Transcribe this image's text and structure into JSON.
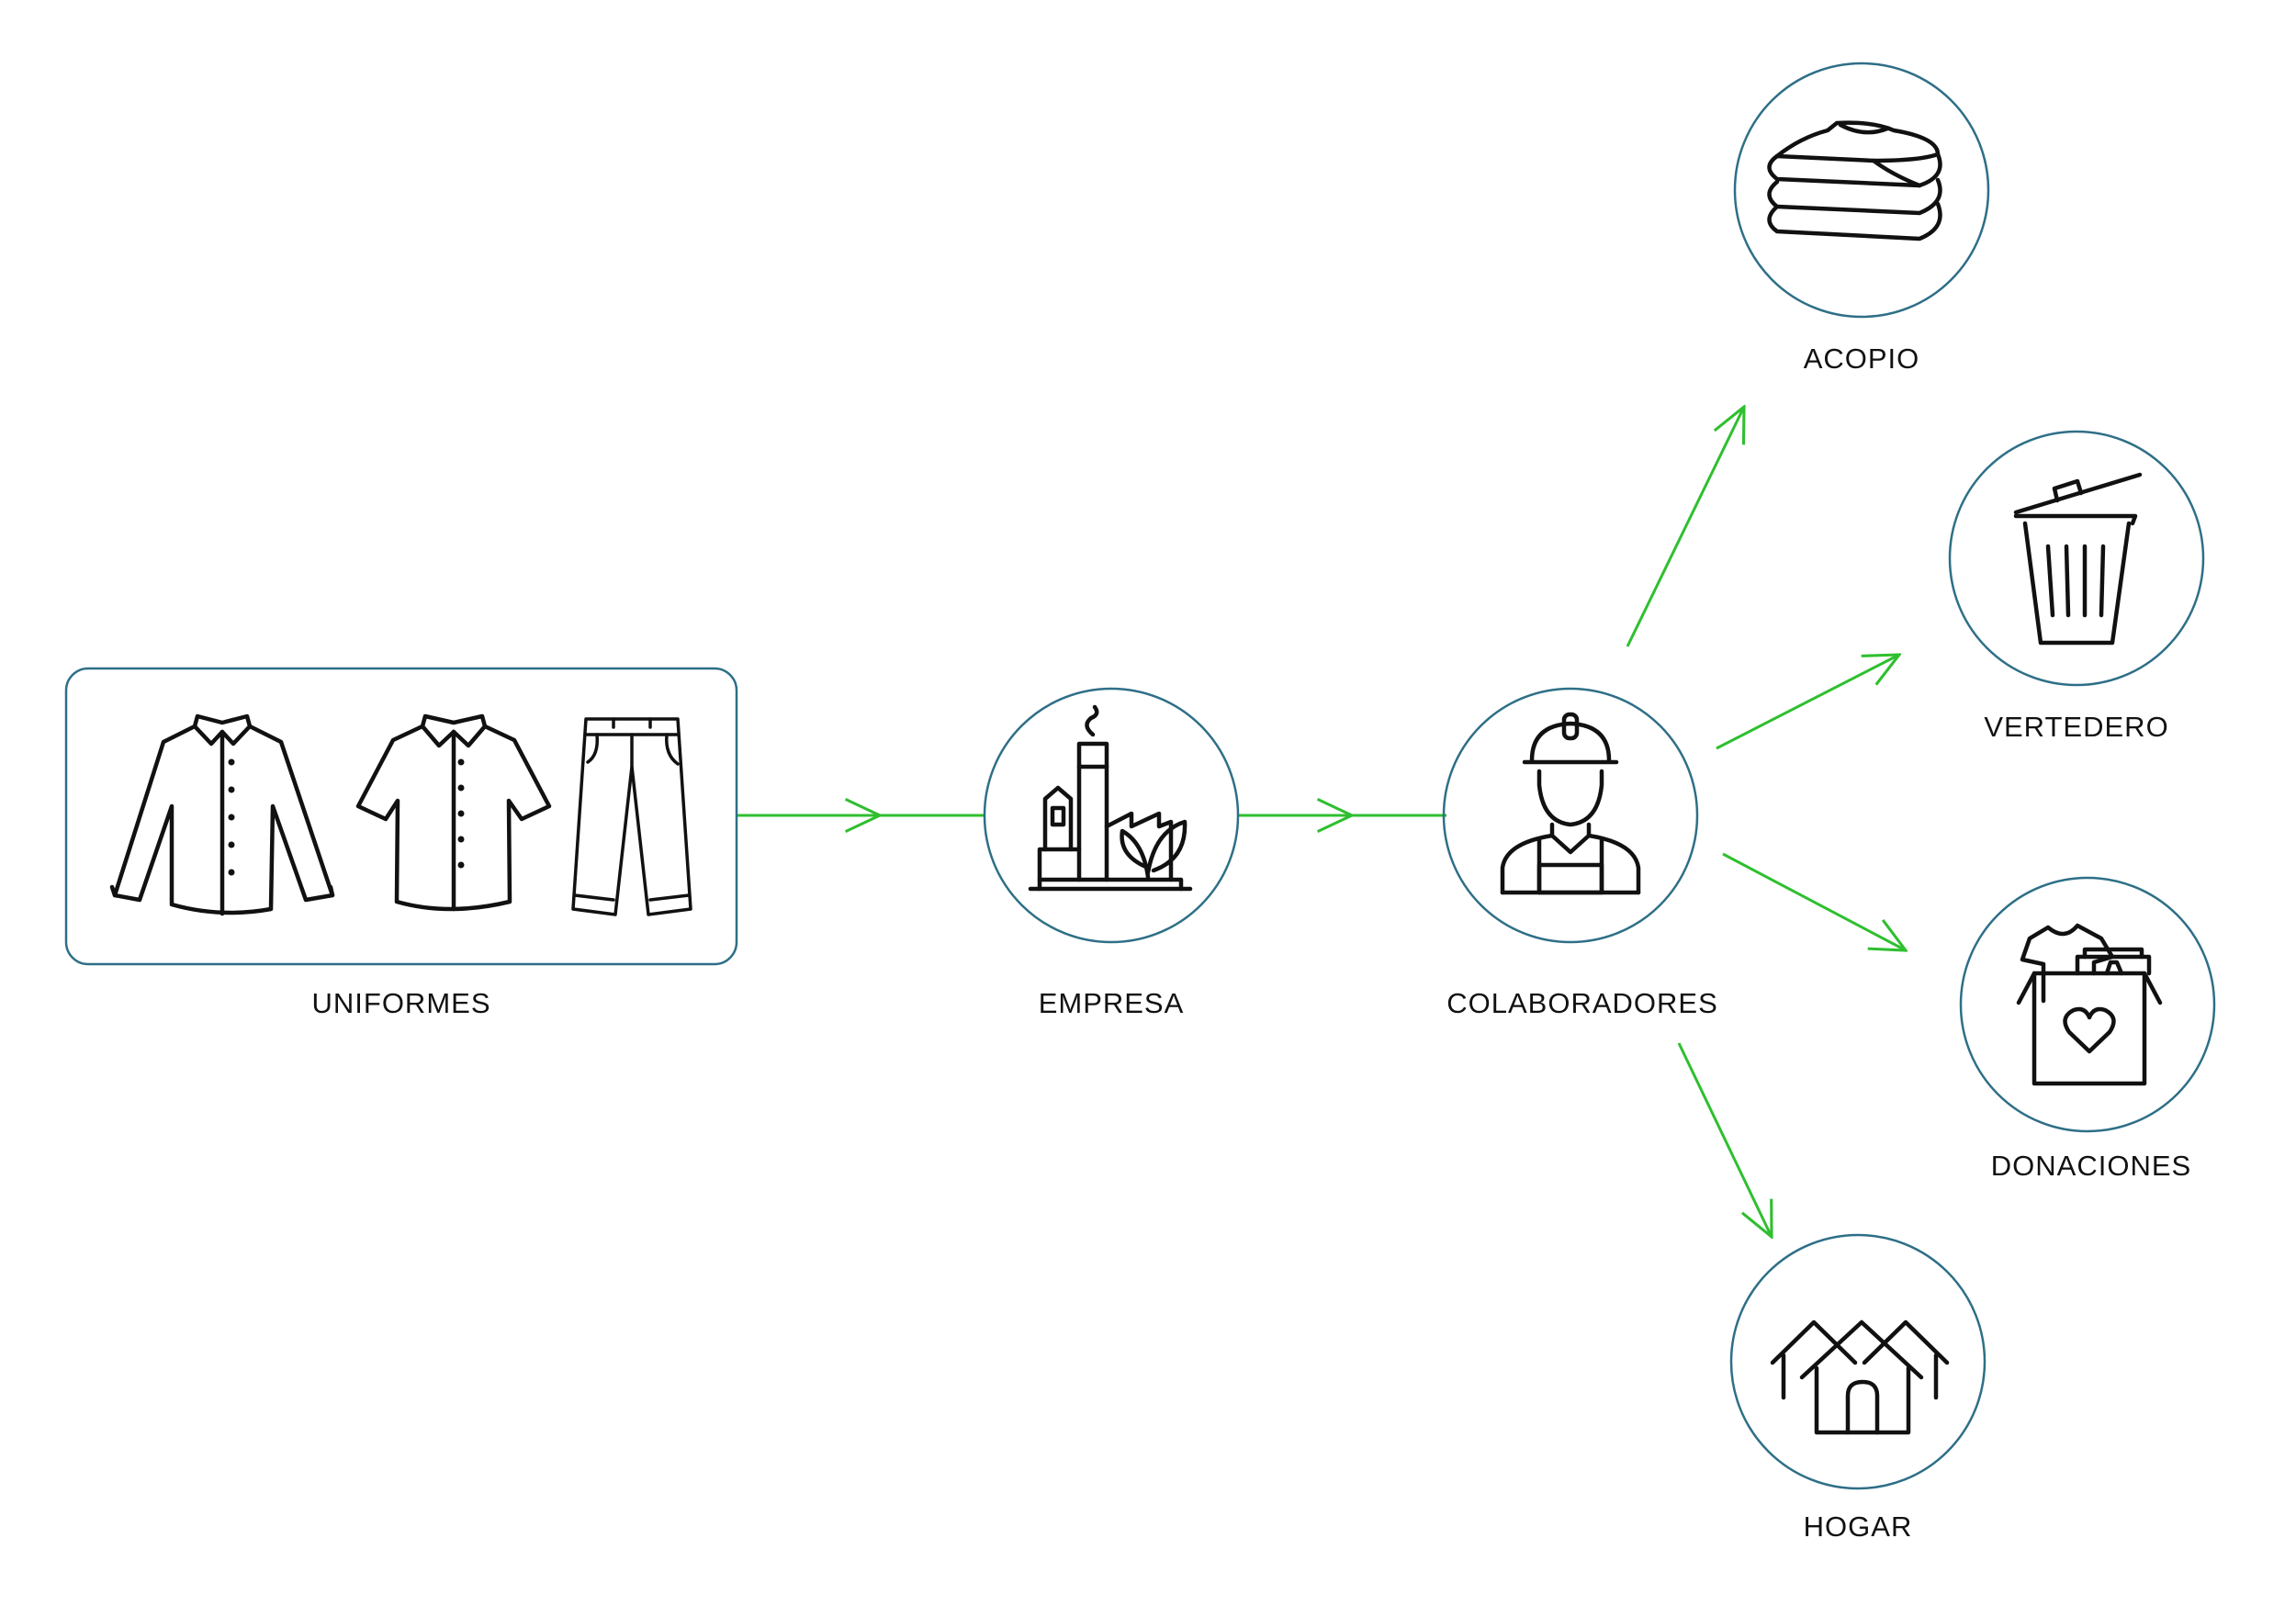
{
  "nodes": {
    "uniformes": {
      "label": "UNIFORMES",
      "icons": [
        "long-sleeve-shirt-icon",
        "short-sleeve-shirt-icon",
        "pants-icon"
      ]
    },
    "empresa": {
      "label": "EMPRESA",
      "icon": "factory-leaf-icon"
    },
    "colaboradores": {
      "label": "COLABORADORES",
      "icon": "worker-helmet-icon"
    },
    "acopio": {
      "label": "ACOPIO",
      "icon": "folded-clothes-icon"
    },
    "vertedero": {
      "label": "VERTEDERO",
      "icon": "trash-can-icon"
    },
    "donaciones": {
      "label": "DONACIONES",
      "icon": "donation-box-icon"
    },
    "hogar": {
      "label": "HOGAR",
      "icon": "houses-icon"
    }
  },
  "edges": [
    {
      "from": "uniformes",
      "to": "empresa"
    },
    {
      "from": "empresa",
      "to": "colaboradores"
    },
    {
      "from": "colaboradores",
      "to": "acopio"
    },
    {
      "from": "colaboradores",
      "to": "vertedero"
    },
    {
      "from": "colaboradores",
      "to": "donaciones"
    },
    {
      "from": "colaboradores",
      "to": "hogar"
    }
  ],
  "colors": {
    "arrow": "#2fbf2f",
    "frame": "#2e6f87",
    "icon": "#111111",
    "text": "#111111"
  }
}
